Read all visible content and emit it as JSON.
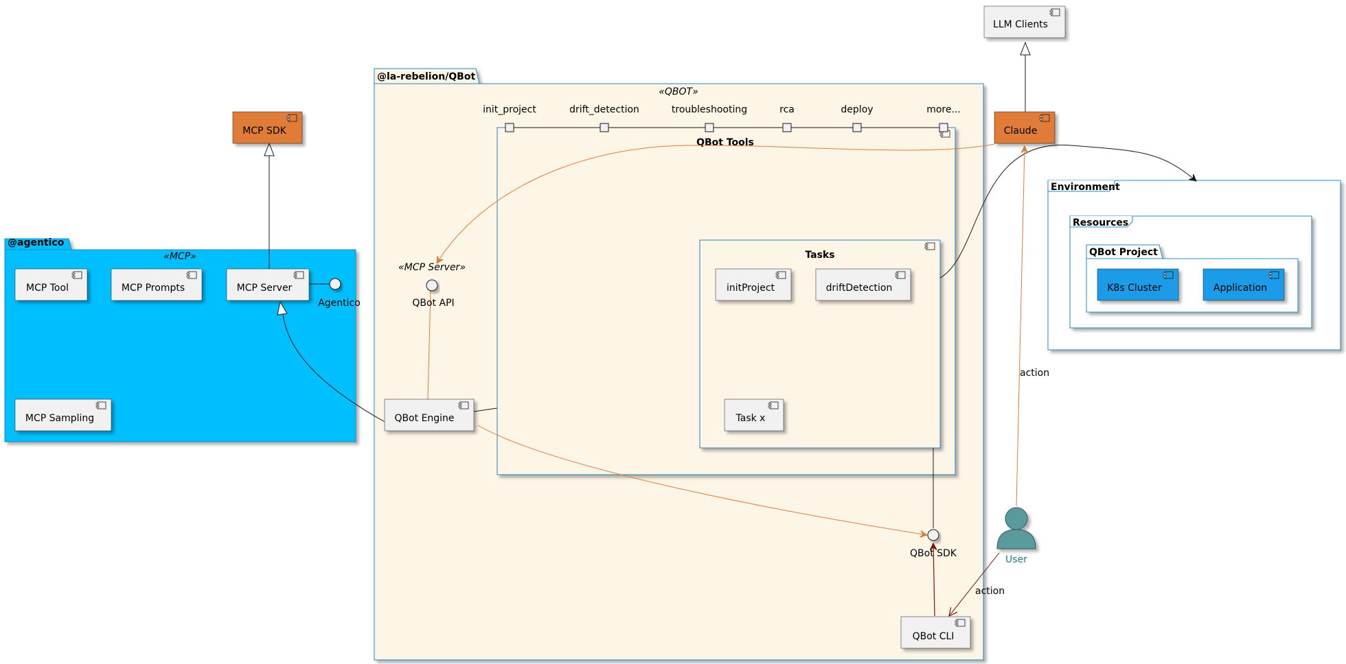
{
  "packages": {
    "agentico": {
      "name": "@agentico",
      "stereotype": "«MCP»",
      "color": "#00BFFF"
    },
    "qbot": {
      "name": "@la-rebelion/QBot",
      "stereotype": "«QBOT»",
      "color": "#FDF5E6"
    },
    "environment": {
      "name": "Environment"
    },
    "resources": {
      "name": "Resources"
    },
    "qbot_project": {
      "name": "QBot Project"
    }
  },
  "components": {
    "mcp_sdk": "MCP SDK",
    "mcp_tool": "MCP Tool",
    "mcp_prompts": "MCP Prompts",
    "mcp_server": "MCP Server",
    "mcp_sampling": "MCP Sampling",
    "qbot_engine": "QBot Engine",
    "qbot_tools": "QBot Tools",
    "tasks": "Tasks",
    "init_project": "initProject",
    "drift_detection": "driftDetection",
    "task_x": "Task x",
    "qbot_cli": "QBot CLI",
    "llm_clients": "LLM Clients",
    "claude": "Claude",
    "k8s_cluster": "K8s Cluster",
    "application": "Application"
  },
  "interfaces": {
    "agentico": "Agentico",
    "qbot_api": "QBot API",
    "qbot_api_stereotype": "«MCP Server»",
    "qbot_sdk": "QBot SDK"
  },
  "ports": [
    "init_project",
    "drift_detection",
    "troubleshooting",
    "rca",
    "deploy",
    "more..."
  ],
  "actor": {
    "name": "User"
  },
  "edge_labels": {
    "user_claude": "action",
    "user_cli": "action"
  },
  "colors": {
    "orange": "#E07B39",
    "blue": "#1E9CE8",
    "border_blue": "#1E88C8",
    "actor": "#5A9A9C",
    "arrow_orange": "#E07B39",
    "arrow_dark_red": "#7A1010"
  }
}
